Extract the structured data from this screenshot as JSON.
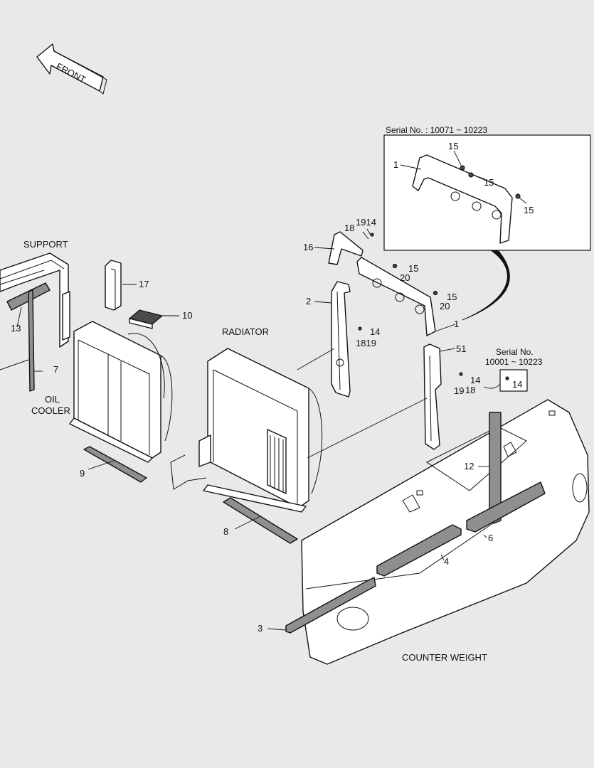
{
  "front_label": "FRONT",
  "inset_top": {
    "serial": "Serial No. : 10071 ~ 10223"
  },
  "inset_small": {
    "serial_line1": "Serial No.",
    "serial_line2": "10001 ~ 10223",
    "part": "14"
  },
  "section_labels": {
    "support": "SUPPORT",
    "oil_cooler_line1": "OIL",
    "oil_cooler_line2": "COOLER",
    "radiator": "RADIATOR",
    "counter_weight": "COUNTER WEIGHT"
  },
  "callouts": {
    "c1_inset": "1",
    "c15_a": "15",
    "c15_b": "15",
    "c15_c": "15",
    "c19_14": "1914",
    "c18_top": "18",
    "c16": "16",
    "c15_d": "15",
    "c20_a": "20",
    "c15_e": "15",
    "c20_b": "20",
    "c2": "2",
    "c1_main": "1",
    "c14_mid": "14",
    "c18_19": "1819",
    "c51": "51",
    "c14_right": "14",
    "c19_right": "19",
    "c18_right": "18",
    "c17": "17",
    "c10": "10",
    "c13": "13",
    "c7": "7",
    "c9": "9",
    "c8": "8",
    "c12": "12",
    "c6": "6",
    "c4": "4",
    "c3": "3"
  }
}
